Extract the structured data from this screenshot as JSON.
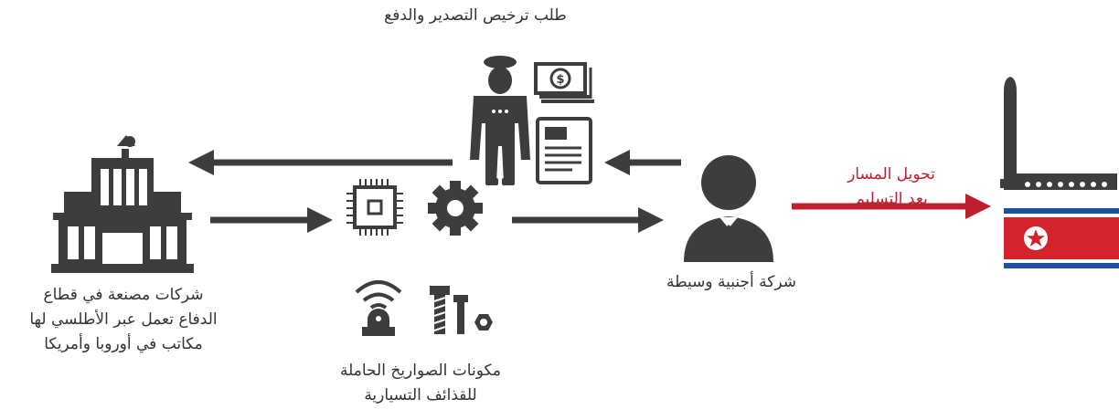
{
  "labels": {
    "top": "طلب ترخيص التصدير والدفع",
    "manufacturer": [
      "شركات مصنعة في قطاع",
      "الدفاع تعمل عبر الأطلسي لها",
      "مكاتب في أوروبا وأمريكا"
    ],
    "components": [
      "مكونات الصواريخ الحاملة",
      "للقذائف التسيارية"
    ],
    "intermediary": "شركة أجنبية وسيطة",
    "diversion": [
      "تحويل المسار",
      "بعد التسليم"
    ]
  },
  "icons": [
    "building-satellite-icon",
    "officer-icon",
    "money-icon",
    "document-icon",
    "chip-icon",
    "gear-icon",
    "wifi-sensor-icon",
    "bolt-nut-icon",
    "businessman-icon",
    "missile-launcher-icon",
    "north-korea-flag-icon"
  ],
  "colors": {
    "icon": "#3d3d3d",
    "arrow": "#3d3d3d",
    "red_arrow": "#c0202e",
    "flag_blue": "#1f4ea1",
    "flag_red": "#d3242d"
  }
}
